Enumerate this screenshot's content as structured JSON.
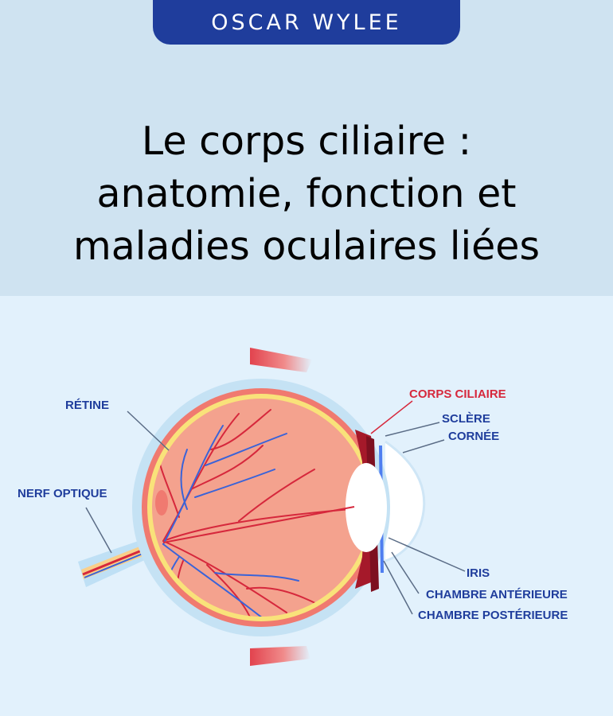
{
  "brand": {
    "logo": "OSCAR WYLEE",
    "colors": {
      "navy": "#1f3d9c",
      "red": "#d6283c"
    }
  },
  "title_lines": [
    "Le corps ciliaire :",
    "anatomie, fonction et",
    "maladies oculaires liées"
  ],
  "labels": {
    "retina": "RÉTINE",
    "optic_nerve": "NERF OPTIQUE",
    "ciliary_body": "CORPS CILIAIRE",
    "sclera": "SCLÈRE",
    "cornea": "CORNÉE",
    "iris": "IRIS",
    "anterior_chamber": "CHAMBRE ANTÉRIEURE",
    "posterior_chamber": "CHAMBRE POSTÉRIEURE"
  }
}
